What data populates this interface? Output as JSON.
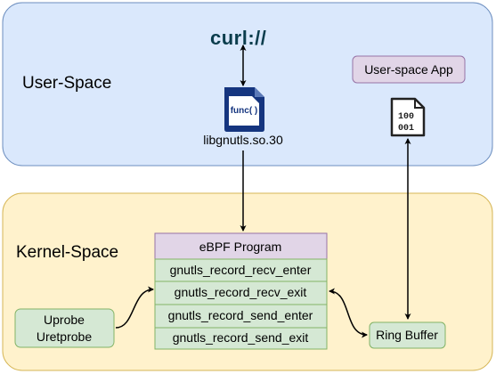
{
  "regions": {
    "user_space": {
      "label": "User-Space",
      "fill": "#dae8fc",
      "stroke": "#6c8ebf"
    },
    "kernel_space": {
      "label": "Kernel-Space",
      "fill": "#fff2cc",
      "stroke": "#d6b656"
    }
  },
  "nodes": {
    "curl_logo": {
      "text": "curl://",
      "icon": "curl-logo-icon",
      "color": "#0b3d4d"
    },
    "func_file": {
      "icon_text": "func( )",
      "label": "libgnutls.so.30",
      "icon": "file-function-icon",
      "color": "#15357f"
    },
    "user_app": {
      "label": "User-space App",
      "fill": "#e1d5e7",
      "stroke": "#9673a6"
    },
    "binary_file": {
      "icon_text_line1": "100",
      "icon_text_line2": "001",
      "icon": "binary-file-icon"
    },
    "ebpf_program": {
      "header": "eBPF Program",
      "header_fill": "#e1d5e7",
      "rows_fill": "#d5e8d4",
      "rows": [
        "gnutls_record_recv_enter",
        "gnutls_record_recv_exit",
        "gnutls_record_send_enter",
        "gnutls_record_send_exit"
      ]
    },
    "uprobe": {
      "line1": "Uprobe",
      "line2": "Uretprobe",
      "fill": "#d5e8d4",
      "stroke": "#82b366"
    },
    "ring_buffer": {
      "label": "Ring Buffer",
      "fill": "#d5e8d4",
      "stroke": "#82b366"
    }
  }
}
